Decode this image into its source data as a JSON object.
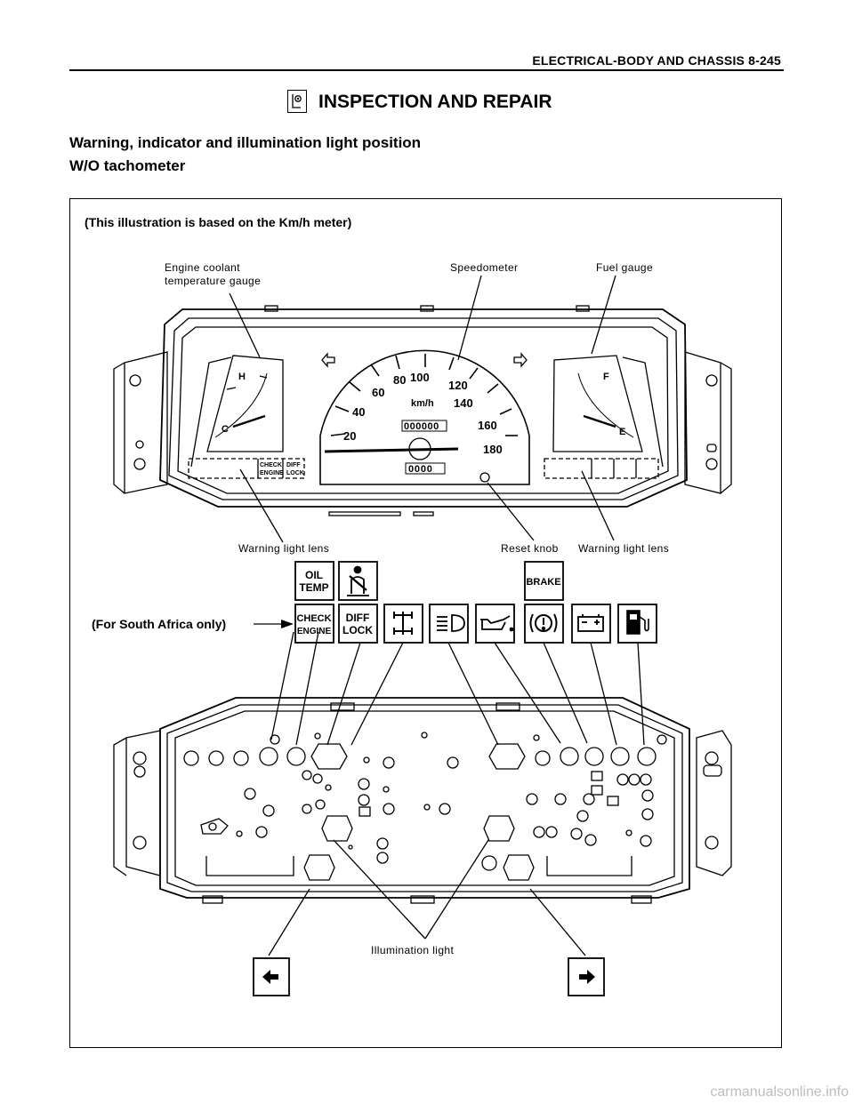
{
  "header": {
    "text": "ELECTRICAL-BODY AND CHASSIS  8-245"
  },
  "section": {
    "title": "INSPECTION AND REPAIR"
  },
  "subtitles": [
    "Warning, indicator and illumination light position",
    "W/O tachometer"
  ],
  "figure": {
    "note": "(This illustration is based on the Km/h meter)",
    "callouts": {
      "engine_coolant_1": "Engine coolant",
      "engine_coolant_2": "temperature gauge",
      "speedometer": "Speedometer",
      "fuel_gauge": "Fuel gauge",
      "warning_lens_left": "Warning light lens",
      "reset_knob": "Reset knob",
      "warning_lens_right": "Warning light lens",
      "illumination_light": "Illumination light"
    },
    "speedo": {
      "marks": [
        "20",
        "40",
        "60",
        "80",
        "100",
        "120",
        "140",
        "160",
        "180"
      ],
      "unit": "km/h",
      "odometer": "000000",
      "trip": "0000"
    },
    "gauge_labels": {
      "temp_hot": "H",
      "temp_cold": "C",
      "fuel_full": "F",
      "fuel_empty": "E"
    },
    "lens_left_text": {
      "check_1": "CHECK",
      "check_2": "ENGINE",
      "diff_1": "DIFF",
      "diff_2": "LOCK"
    },
    "south_africa_label": "(For South Africa only)",
    "symbols": {
      "oil_temp_1": "OIL",
      "oil_temp_2": "TEMP",
      "brake": "BRAKE",
      "check_engine_1": "CHECK",
      "check_engine_2": "ENGINE",
      "diff_lock_1": "DIFF",
      "diff_lock_2": "LOCK",
      "seatbelt_icon": "seatbelt-icon",
      "four_wd_icon": "four-wheel-drive-icon",
      "headlight_icon": "high-beam-icon",
      "oil_icon": "oil-pressure-icon",
      "brake_warn_icon": "brake-warning-icon",
      "battery_icon": "battery-icon",
      "fuel_icon": "fuel-pump-icon",
      "left_turn_icon": "left-arrow-icon",
      "right_turn_icon": "right-arrow-icon"
    }
  },
  "watermark": "carmanualsonline.info"
}
